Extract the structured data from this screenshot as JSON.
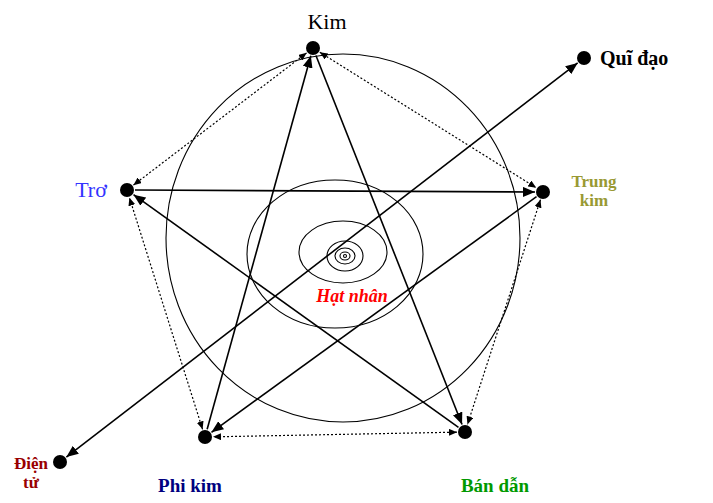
{
  "diagram": {
    "nodes": [
      {
        "text": [
          "Kim"
        ]
      },
      {
        "text": [
          "Quĩ đạo"
        ]
      },
      {
        "text": [
          "Trơ"
        ]
      },
      {
        "text": [
          "Trung kim"
        ]
      },
      {
        "text": [
          "Điện tử"
        ]
      },
      {
        "text": [
          "Phi kim"
        ]
      },
      {
        "text": [
          "Bán dẫn"
        ]
      }
    ],
    "edges": [
      {
        "from": 5,
        "to": 0,
        "arrow": "to"
      },
      {
        "from": 0,
        "to": 6,
        "arrow": "to"
      },
      {
        "from": 6,
        "to": 2,
        "arrow": "to"
      },
      {
        "from": 2,
        "to": 3,
        "arrow": "to"
      },
      {
        "from": 3,
        "to": 5,
        "arrow": "to"
      },
      {
        "from": 4,
        "to": 1,
        "arrow": "both"
      },
      {
        "from": 0,
        "to": 3,
        "arrow": "both"
      },
      {
        "from": 3,
        "to": 6,
        "arrow": "both"
      },
      {
        "from": 6,
        "to": 5,
        "arrow": "both"
      },
      {
        "from": 5,
        "to": 2,
        "arrow": "both"
      },
      {
        "from": 2,
        "to": 0,
        "arrow": "both"
      }
    ],
    "labels": [
      "Hạt nhân"
    ]
  }
}
